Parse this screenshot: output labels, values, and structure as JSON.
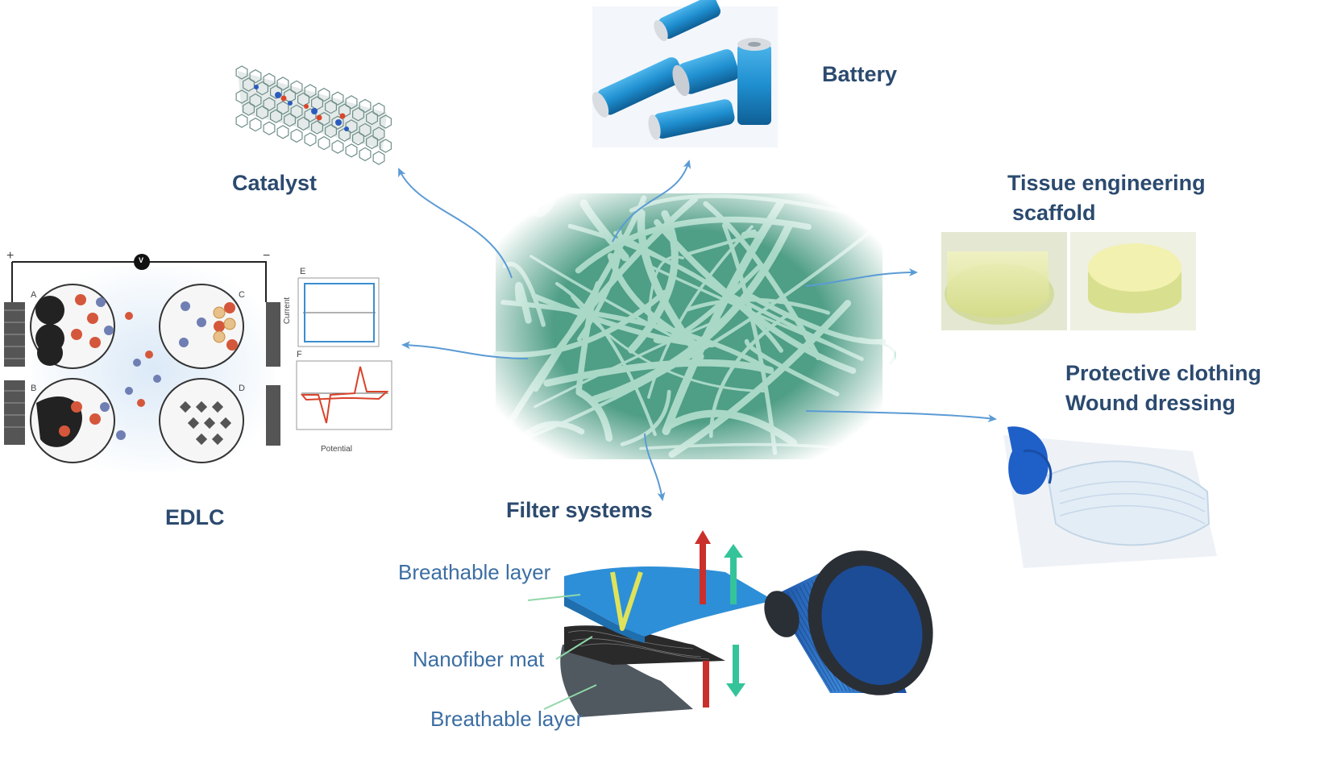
{
  "applications": {
    "catalyst": "Catalyst",
    "battery": "Battery",
    "tissue_line1": "Tissue engineering",
    "tissue_line2": "scaffold",
    "protective_line1": "Protective clothing",
    "protective_line2": "Wound dressing",
    "edlc": "EDLC",
    "filter": "Filter systems"
  },
  "filter_layers": {
    "top": "Breathable layer",
    "middle": "Nanofiber mat",
    "bottom": "Breathable layer"
  },
  "edlc_panel": {
    "plus_sign": "+",
    "minus_sign": "−",
    "voltmeter": "V",
    "panel_e": "E",
    "panel_f": "F",
    "current_axis": "Current",
    "potential_axis": "Potential",
    "label_a": "A",
    "label_b": "B",
    "label_c": "C",
    "label_d": "D"
  },
  "colors": {
    "label_text": "#2b4a6f",
    "filter_text": "#3c6ea3",
    "arrow": "#5b9bd5",
    "nanofiber_bg": "#4f9e86",
    "battery_blue": "#1f8fd0",
    "filter_blue": "#2a6fc4",
    "scaffold_yellow": "#e8eda0",
    "glove_blue": "#1f5fc8"
  },
  "icons": {
    "center": "nanofiber-mesh",
    "catalyst": "carbon-nanotube-icon",
    "battery": "battery-cells-icon",
    "tissue": "scaffold-disc-icon",
    "protective": "mask-glove-icon",
    "filter": "air-filter-icon"
  }
}
